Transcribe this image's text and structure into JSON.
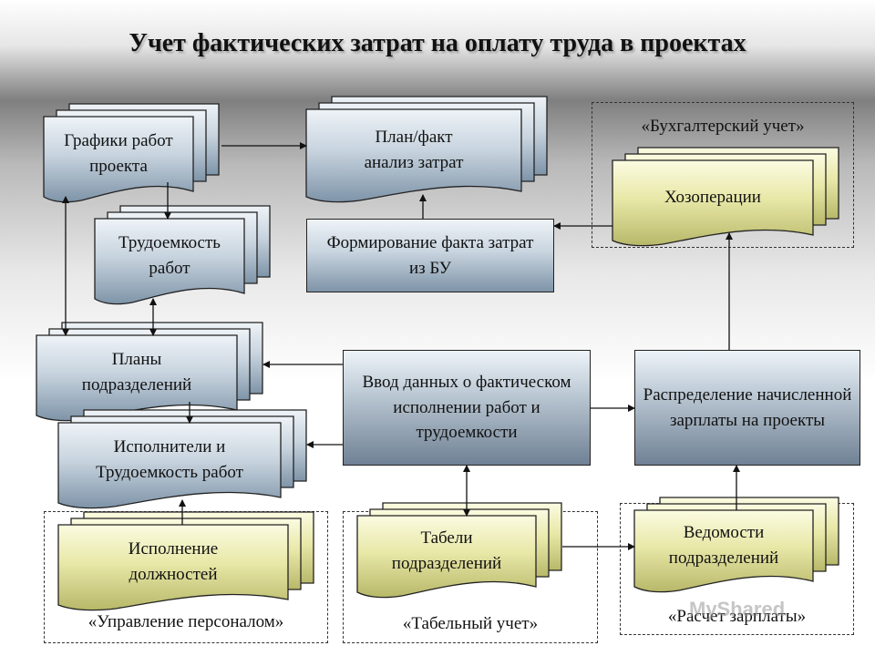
{
  "title": "Учет фактических затрат на оплату труда в проектах",
  "groups": {
    "accounting": "«Бухгалтерский учет»",
    "personnel": "«Управление персоналом»",
    "timesheet": "«Табельный учет»",
    "payroll": "«Расчет зарплаты»"
  },
  "nodes": {
    "schedule": [
      "Графики работ",
      "проекта"
    ],
    "planfact": [
      "План/факт",
      "анализ затрат"
    ],
    "operations": [
      "Хозоперации"
    ],
    "labor": [
      "Трудоемкость",
      "работ"
    ],
    "forming": "Формирование факта затрат из БУ",
    "plans": [
      "Планы",
      "подразделений"
    ],
    "input": "Ввод данных о фактическом исполнении работ и трудоемкости",
    "distribution": "Распределение начисленной зарплаты на проекты",
    "executors": [
      "Исполнители и",
      "Трудоемкость работ"
    ],
    "positions": [
      "Исполнение",
      "должностей"
    ],
    "timesheets": [
      "Табели",
      "подразделений"
    ],
    "statements": [
      "Ведомости",
      "подразделений"
    ]
  },
  "watermark": "MyShared",
  "colors": {
    "blue_top": "#eef3f7",
    "blue_bottom": "#7e94a8",
    "yellow_top": "#fbfbe2",
    "yellow_bottom": "#b8b86a",
    "stroke": "#222222"
  }
}
